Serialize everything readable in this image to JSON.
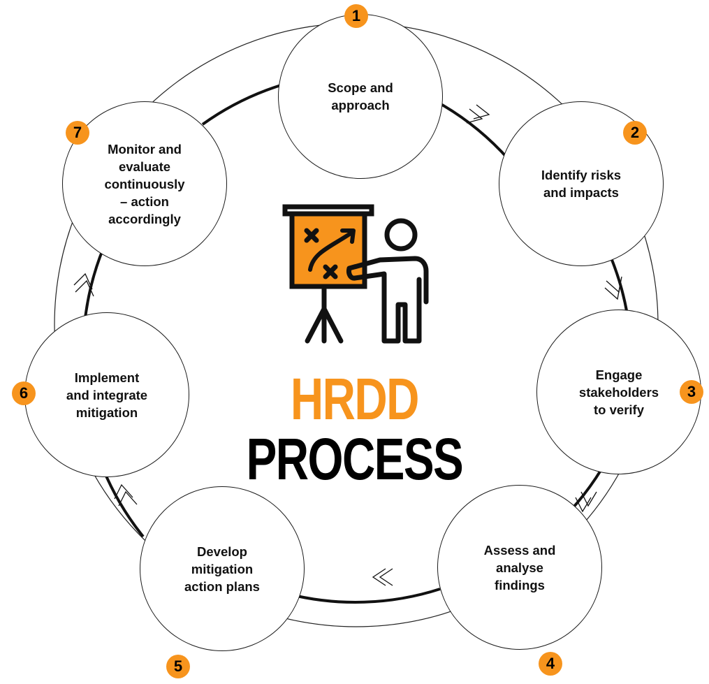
{
  "title": {
    "line1": "HRDD",
    "line2": "PROCESS"
  },
  "colors": {
    "accent": "#f7941d",
    "ink": "#000000"
  },
  "icon": "presentation-strategy-icon",
  "steps": [
    {
      "number": "1",
      "label": "Scope and\napproach"
    },
    {
      "number": "2",
      "label": "Identify risks\nand impacts"
    },
    {
      "number": "3",
      "label": "Engage\nstakeholders\nto verify"
    },
    {
      "number": "4",
      "label": "Assess and\nanalyse\nfindings"
    },
    {
      "number": "5",
      "label": "Develop\nmitigation\naction plans"
    },
    {
      "number": "6",
      "label": "Implement\nand integrate\nmitigation"
    },
    {
      "number": "7",
      "label": "Monitor and\nevaluate\ncontinuously\n– action\naccordingly"
    }
  ]
}
